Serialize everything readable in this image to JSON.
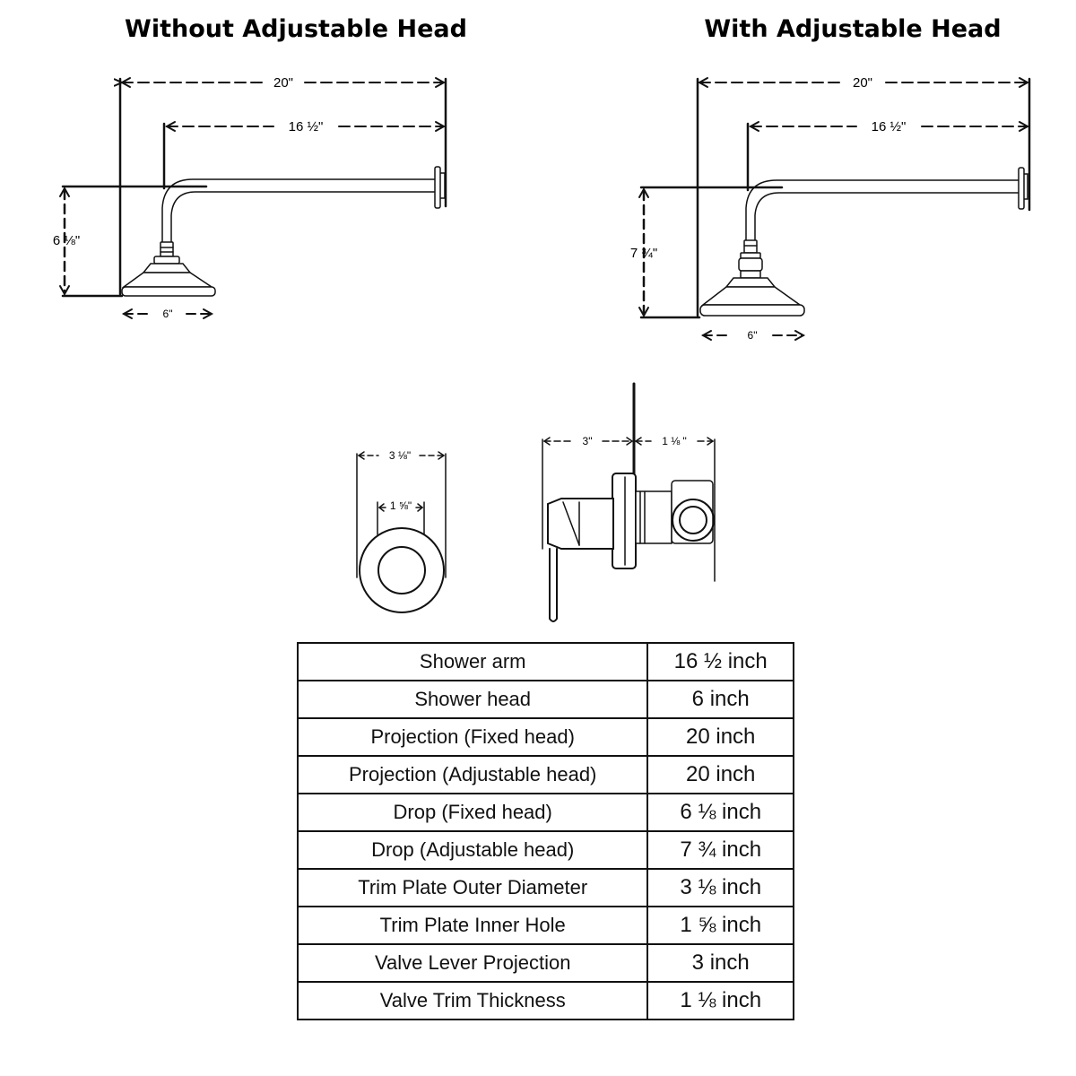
{
  "titles": {
    "left": "Without Adjustable Head",
    "right": "With Adjustable Head"
  },
  "left_diagram": {
    "total_length": "20\"",
    "arm_length": "16 ½\"",
    "drop": "6 ⅛\"",
    "head_width": "6\""
  },
  "right_diagram": {
    "total_length": "20\"",
    "arm_length": "16 ½\"",
    "drop": "7 ¾\"",
    "head_width": "6\""
  },
  "trim_plate": {
    "outer": "3 ⅛\"",
    "inner": "1 ⅝\""
  },
  "valve": {
    "lever": "3\"",
    "trim": "1 ⅛ \""
  },
  "table": {
    "rows": [
      {
        "label": "Shower arm",
        "value": "16 ½ inch"
      },
      {
        "label": "Shower head",
        "value": "6 inch"
      },
      {
        "label": "Projection (Fixed head)",
        "value": "20 inch"
      },
      {
        "label": "Projection (Adjustable head)",
        "value": "20 inch"
      },
      {
        "label": "Drop (Fixed head)",
        "value": "6 ⅛ inch"
      },
      {
        "label": "Drop (Adjustable head)",
        "value": "7 ¾ inch"
      },
      {
        "label": "Trim Plate Outer Diameter",
        "value": "3 ⅛ inch"
      },
      {
        "label": "Trim Plate Inner Hole",
        "value": "1 ⅝ inch"
      },
      {
        "label": "Valve Lever Projection",
        "value": "3 inch"
      },
      {
        "label": "Valve Trim Thickness",
        "value": "1 ⅛ inch"
      }
    ]
  }
}
